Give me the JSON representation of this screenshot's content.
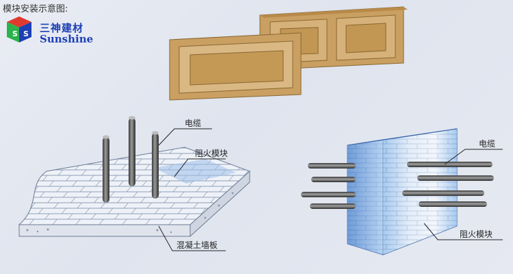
{
  "header": {
    "title": "模块安装示意图:",
    "brand_cn": "三神建材",
    "brand_en": "Sunshine",
    "logo_letters": [
      "S",
      "S"
    ]
  },
  "diagram": {
    "slab_labels": {
      "cable": "电缆",
      "block": "阻火模块",
      "wall": "混凝土墙板"
    },
    "wall_labels": {
      "cable": "电缆",
      "block": "阻火模块"
    }
  },
  "colors": {
    "brick": "#c9a062",
    "brick_dark": "#8a6630",
    "brand_blue": "#1d3fb5",
    "wall_blue": "#5a9be0"
  }
}
